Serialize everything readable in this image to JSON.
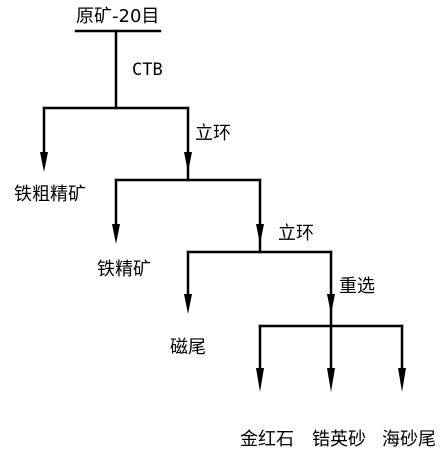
{
  "feed": {
    "label": "原矿-20目"
  },
  "stages": [
    {
      "label": "CTB"
    },
    {
      "label": "立环"
    },
    {
      "label": "立环"
    },
    {
      "label": "重选"
    }
  ],
  "products": [
    {
      "label": "铁粗精矿"
    },
    {
      "label": "铁精矿"
    },
    {
      "label": "磁尾"
    },
    {
      "label": "金红石"
    },
    {
      "label": "锆英砂"
    },
    {
      "label": "海砂尾"
    }
  ],
  "colors": {
    "line": "#000000",
    "text": "#000000",
    "background": "#ffffff"
  }
}
